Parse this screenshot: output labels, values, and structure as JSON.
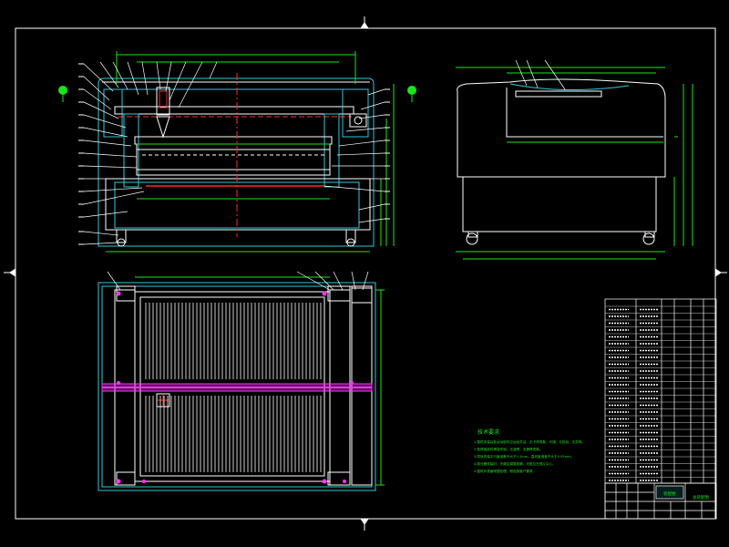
{
  "colors": {
    "background": "#000000",
    "line": "#ffffff",
    "cyan": "#2ec8d8",
    "green": "#19e619",
    "red": "#ff2a2a",
    "magenta": "#ff33ff",
    "yellow": "#e6e61a"
  },
  "notes": {
    "title": "技术要求",
    "lines": [
      "1.整机安装后各运动部件应运动灵活，无卡滞现象，可调，无松动，无异响。",
      "2.各焊接部件焊接牢固，无虚焊，无漏焊现象。",
      "3.导轨安装平行度误差不大于0.1mm，直线度误差不大于0.05mm。",
      "4.激光器安装时，光路应调整准确，光斑应在镜片中心。",
      "5.整机外表面喷塑处理，颜色按客户要求。"
    ]
  },
  "title_block": {
    "drawing_name": "装配图",
    "school": "总装配图"
  },
  "icons": {
    "left_marker": "green-balloon-marker-icon",
    "right_marker": "green-balloon-marker-icon"
  }
}
